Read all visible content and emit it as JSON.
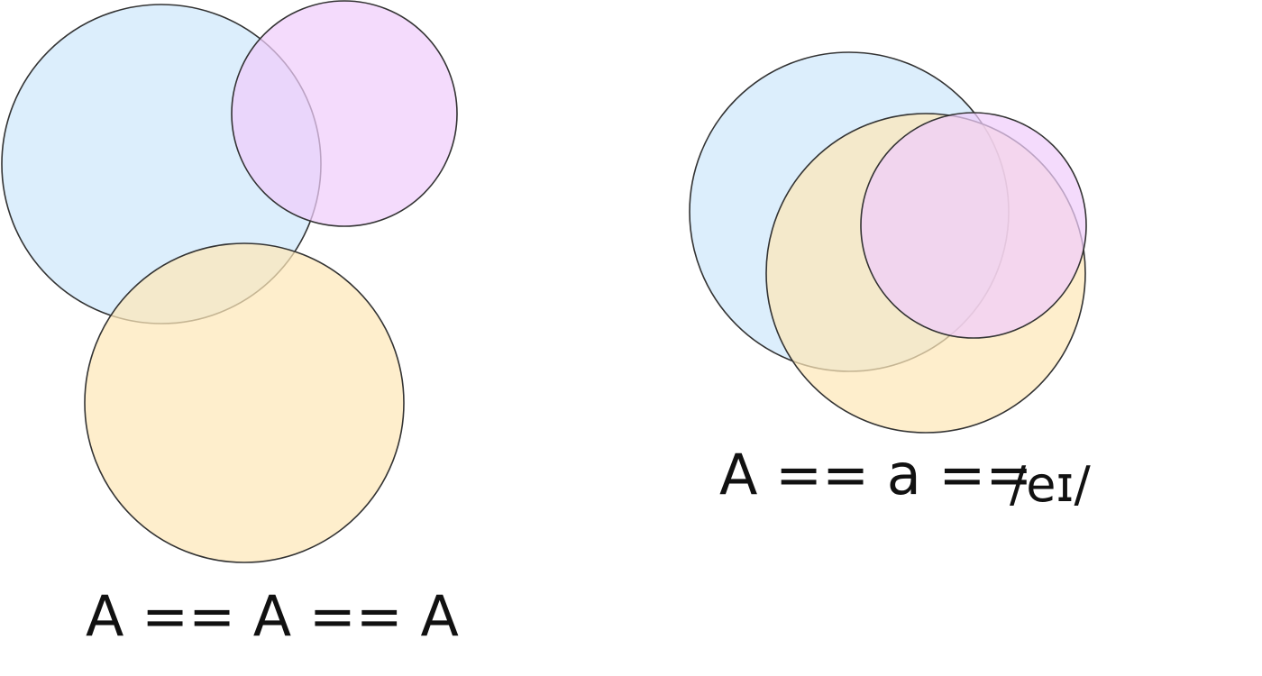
{
  "diagrams": [
    {
      "caption": "A == A == A",
      "circles": [
        {
          "name": "blue",
          "color": "#cfe7fb"
        },
        {
          "name": "purple",
          "color": "#f0cdfb"
        },
        {
          "name": "yellow",
          "color": "#fde8b8"
        }
      ]
    },
    {
      "caption": "A == a ==",
      "caption_ipa": "/eɪ/",
      "circles": [
        {
          "name": "blue",
          "color": "#cfe7fb"
        },
        {
          "name": "yellow",
          "color": "#fde8b8"
        },
        {
          "name": "purple",
          "color": "#f0cdfb"
        }
      ]
    }
  ]
}
